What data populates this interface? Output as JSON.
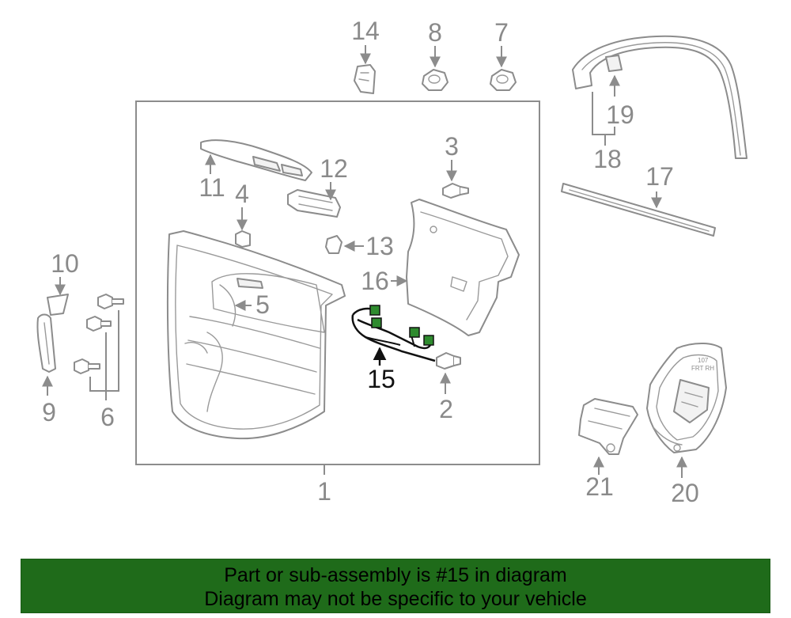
{
  "diagram": {
    "highlight_color": "#1f6b1a",
    "line_color": "#8c8c8c",
    "callouts": {
      "n1": "1",
      "n2": "2",
      "n3": "3",
      "n4": "4",
      "n5": "5",
      "n6": "6",
      "n7": "7",
      "n8": "8",
      "n9": "9",
      "n10": "10",
      "n11": "11",
      "n12": "12",
      "n13": "13",
      "n14": "14",
      "n15": "15",
      "n16": "16",
      "n17": "17",
      "n18": "18",
      "n19": "19",
      "n20": "20",
      "n21": "21"
    },
    "label_20_text_a": "107",
    "label_20_text_b": "FRT RH"
  },
  "banner": {
    "color": "#1f6b1a",
    "line1": "Part or sub-assembly is #15 in diagram",
    "line2": "Diagram may not be specific to your vehicle"
  }
}
